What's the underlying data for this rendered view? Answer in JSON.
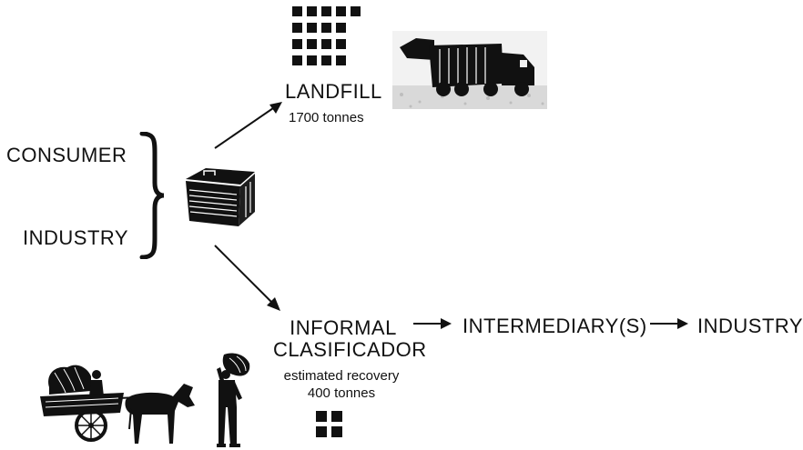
{
  "sources": {
    "consumer": "CONSUMER",
    "industry": "INDUSTRY"
  },
  "landfill": {
    "title": "LANDFILL",
    "amount": "1700 tonnes"
  },
  "informal": {
    "title_line1": "INFORMAL",
    "title_line2": "CLASIFICADOR",
    "recovery_line1": "estimated recovery",
    "recovery_line2": "400 tonnes"
  },
  "chain": {
    "intermediary": "INTERMEDIARY(S)",
    "industry": "INDUSTRY"
  },
  "icons": [
    "tonnage-grid-icon-large",
    "garbage-truck-icon",
    "waste-bin-icon",
    "horse-cart-icon",
    "waste-picker-icon",
    "tonnage-grid-icon-small",
    "arrow-icon",
    "brace-icon"
  ],
  "colors": {
    "ink": "#111111",
    "background": "#ffffff",
    "ground": "#d9d9d9"
  }
}
